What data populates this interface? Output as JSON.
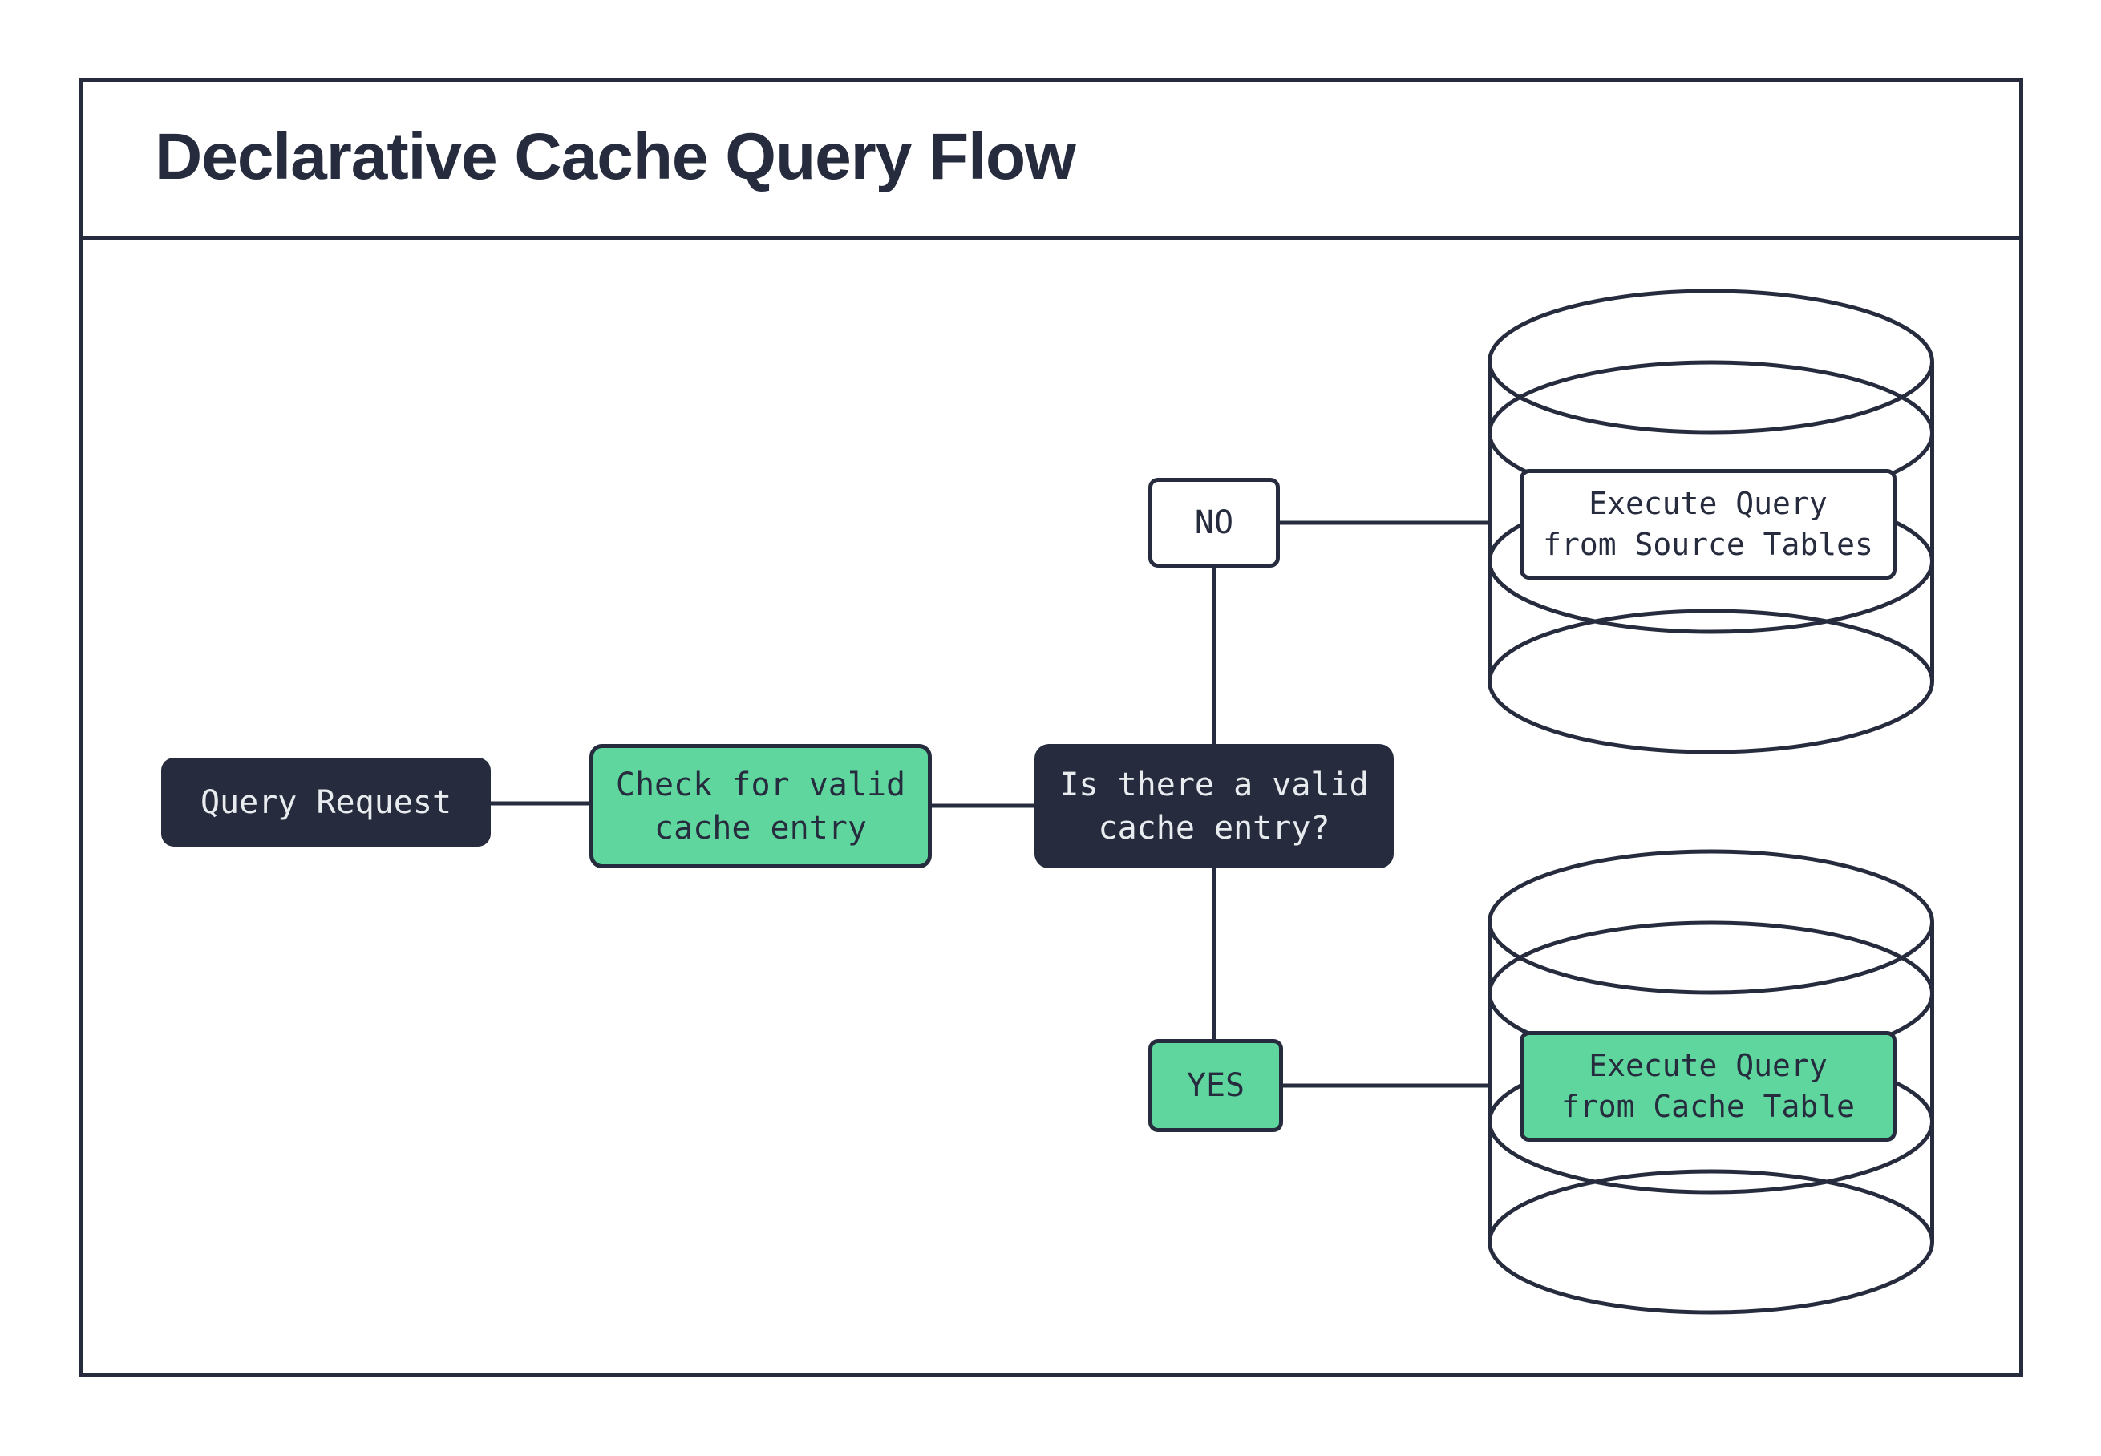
{
  "title": "Declarative Cache Query Flow",
  "colors": {
    "dark": "#262c3e",
    "green": "#5ed69e",
    "paper": "#ffffff",
    "light_text": "#e9ecef"
  },
  "nodes": {
    "query_request": {
      "label": "Query Request"
    },
    "check_cache": {
      "label": "Check for valid\ncache entry"
    },
    "decision": {
      "label": "Is there a valid\ncache entry?"
    },
    "branch_no": {
      "label": "NO"
    },
    "branch_yes": {
      "label": "YES"
    },
    "source_db": {
      "label": "Execute Query\nfrom Source Tables"
    },
    "cache_db": {
      "label": "Execute Query\nfrom Cache Table"
    }
  }
}
